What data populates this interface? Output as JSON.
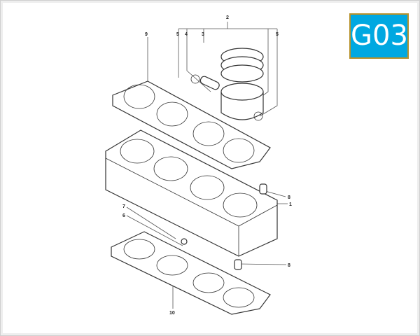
{
  "badge": {
    "label": "G03",
    "background": "#00a8e1",
    "border": "#b8912a"
  },
  "callouts": {
    "c2": "2",
    "c9": "9",
    "c5a": "5",
    "c4": "4",
    "c3": "3",
    "c5b": "5",
    "c8a": "8",
    "c1": "1",
    "c7": "7",
    "c6": "6",
    "c8b": "8",
    "c10": "10"
  }
}
